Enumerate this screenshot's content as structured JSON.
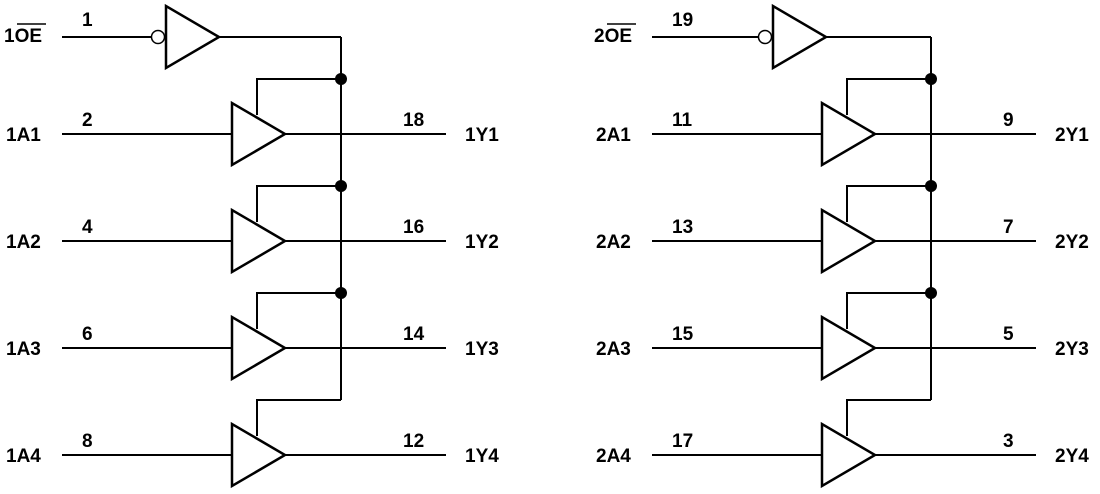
{
  "groups": [
    {
      "enable": {
        "prefix": "1",
        "overbar": "OE",
        "pin": "1"
      },
      "channels": [
        {
          "in_label": "1A1",
          "in_pin": "2",
          "out_pin": "18",
          "out_label": "1Y1"
        },
        {
          "in_label": "1A2",
          "in_pin": "4",
          "out_pin": "16",
          "out_label": "1Y2"
        },
        {
          "in_label": "1A3",
          "in_pin": "6",
          "out_pin": "14",
          "out_label": "1Y3"
        },
        {
          "in_label": "1A4",
          "in_pin": "8",
          "out_pin": "12",
          "out_label": "1Y4"
        }
      ]
    },
    {
      "enable": {
        "prefix": "2",
        "overbar": "OE",
        "pin": "19"
      },
      "channels": [
        {
          "in_label": "2A1",
          "in_pin": "11",
          "out_pin": "9",
          "out_label": "2Y1"
        },
        {
          "in_label": "2A2",
          "in_pin": "13",
          "out_pin": "7",
          "out_label": "2Y2"
        },
        {
          "in_label": "2A3",
          "in_pin": "15",
          "out_pin": "5",
          "out_label": "2Y3"
        },
        {
          "in_label": "2A4",
          "in_pin": "17",
          "out_pin": "3",
          "out_label": "2Y4"
        }
      ]
    }
  ]
}
